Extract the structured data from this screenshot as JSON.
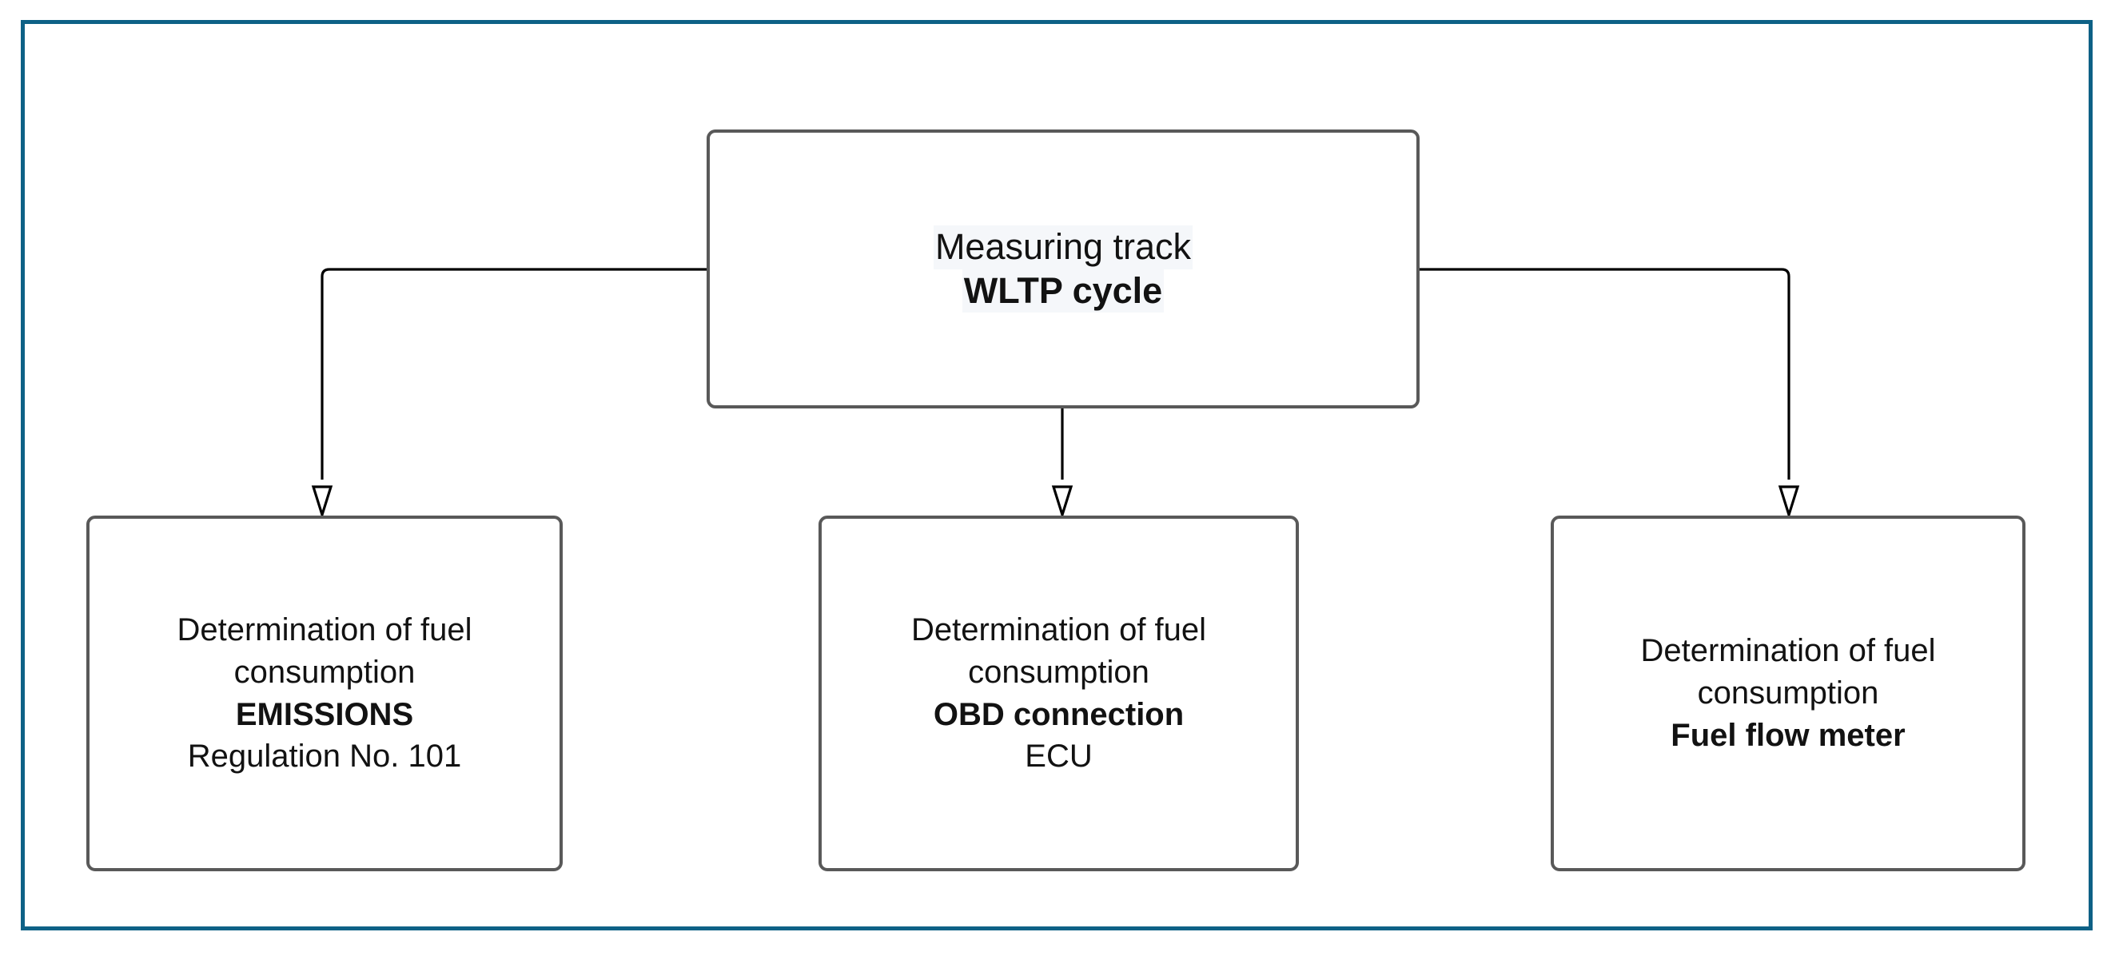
{
  "diagram": {
    "title": "Measuring track WLTP cycle fuel consumption determination methods",
    "type": "flowchart",
    "orientation": "top-down",
    "frame_color": "#0E6186",
    "node_border_color": "#595959",
    "connector_color": "#000000",
    "highlight_color": "#F5F7FA",
    "root": {
      "id": "measuring-track",
      "lines": [
        {
          "text": "Measuring track",
          "bold": false
        },
        {
          "text": "WLTP cycle",
          "bold": true
        }
      ]
    },
    "children": [
      {
        "id": "emissions",
        "lines": [
          {
            "text": "Determination of fuel",
            "bold": false
          },
          {
            "text": "consumption",
            "bold": false
          },
          {
            "text": "EMISSIONS",
            "bold": true
          },
          {
            "text": "Regulation No. 101",
            "bold": false
          }
        ]
      },
      {
        "id": "obd",
        "lines": [
          {
            "text": "Determination of fuel",
            "bold": false
          },
          {
            "text": "consumption",
            "bold": false
          },
          {
            "text": "OBD connection",
            "bold": true
          },
          {
            "text": "ECU",
            "bold": false
          }
        ]
      },
      {
        "id": "fuel-flow",
        "lines": [
          {
            "text": "Determination of fuel",
            "bold": false
          },
          {
            "text": "consumption",
            "bold": false
          },
          {
            "text": "Fuel flow meter",
            "bold": true
          }
        ]
      }
    ],
    "edges": [
      {
        "from": "measuring-track",
        "to": "emissions",
        "arrow": "open-triangle"
      },
      {
        "from": "measuring-track",
        "to": "obd",
        "arrow": "open-triangle"
      },
      {
        "from": "measuring-track",
        "to": "fuel-flow",
        "arrow": "open-triangle"
      }
    ]
  }
}
